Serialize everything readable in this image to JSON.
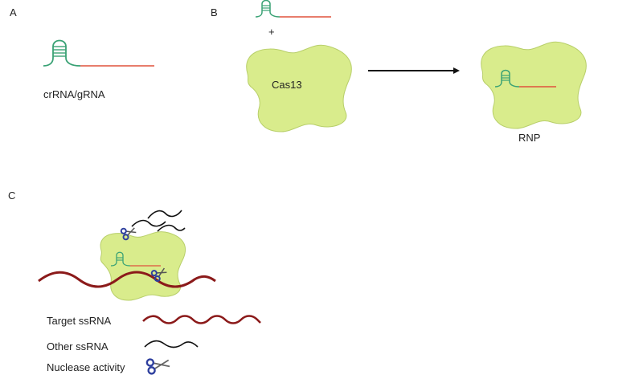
{
  "panels": {
    "a": {
      "letter": "A",
      "guide_label": "crRNA/gRNA"
    },
    "b": {
      "letter": "B",
      "plus": "+",
      "protein_label": "Cas13",
      "complex_label": "RNP"
    },
    "c": {
      "letter": "C"
    }
  },
  "legend": {
    "items": [
      {
        "label": "Target ssRNA"
      },
      {
        "label": "Other ssRNA"
      },
      {
        "label": "Nuclease activity"
      }
    ]
  },
  "colors": {
    "protein_fill": "#d9ec8c",
    "protein_stroke": "#b8cf6a",
    "guide_green": "#3aa275",
    "spacer_red": "#e0523c",
    "target_rna": "#8b1a1a",
    "other_rna": "#111111",
    "scissors": "#2e3f9e",
    "arrow": "#111111"
  },
  "icons": [
    "scissors-icon",
    "hairpin-icon",
    "arrow-right-icon"
  ]
}
